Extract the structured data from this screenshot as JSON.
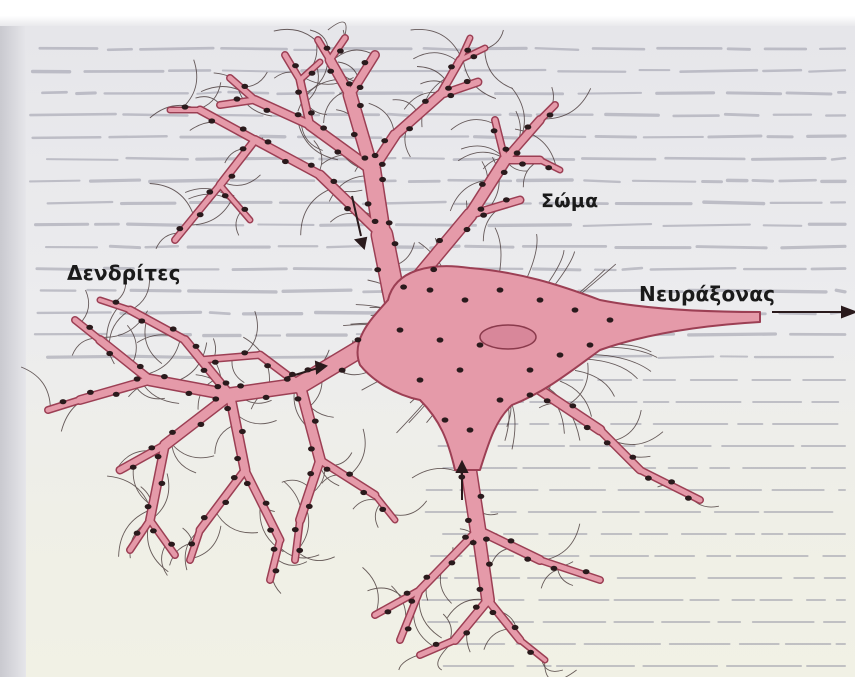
{
  "figure": {
    "labels": {
      "soma": "Σώμα",
      "dendrites": "Δενδρίτες",
      "axon": "Νευράξονας"
    }
  },
  "colors": {
    "cell_fill": "#e59aa9",
    "cell_outline": "#9c3f54",
    "nucleus": "#c97a8c",
    "synapse_dot": "#2a1a1c",
    "fiber": "#3a2a2a",
    "background_text": "#8c8c9a"
  }
}
